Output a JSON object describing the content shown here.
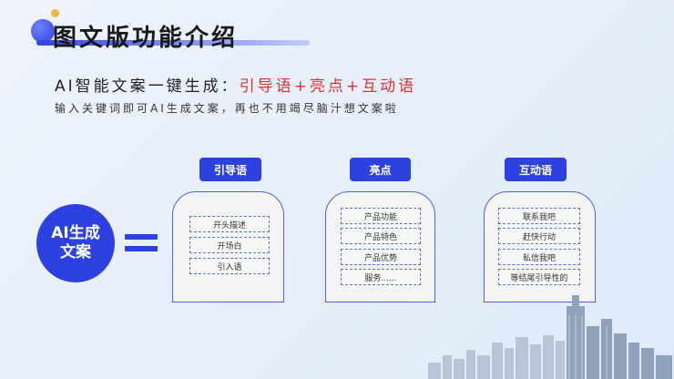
{
  "title": "图文版功能介绍",
  "headline": {
    "prefix": "AI智能文案一键生成：",
    "highlight": "引导语+亮点+互动语"
  },
  "subheadline": "输入关键词即可AI生成文案，再也不用竭尽脑汁想文案啦",
  "ai_label_line1": "AI生成",
  "ai_label_line2": "文案",
  "cards": [
    {
      "tag": "引导语",
      "items": [
        "开头描述",
        "开场白",
        "引入语"
      ]
    },
    {
      "tag": "亮点",
      "items": [
        "产品功能",
        "产品特色",
        "产品优势",
        "服务......"
      ]
    },
    {
      "tag": "互动语",
      "items": [
        "联系我吧",
        "赶快行动",
        "私信我吧",
        "等结尾引导性的"
      ]
    }
  ],
  "colors": {
    "accent_blue": "#2c41e0",
    "highlight_red": "#e2312d",
    "dot_orange": "#f2b43a"
  }
}
